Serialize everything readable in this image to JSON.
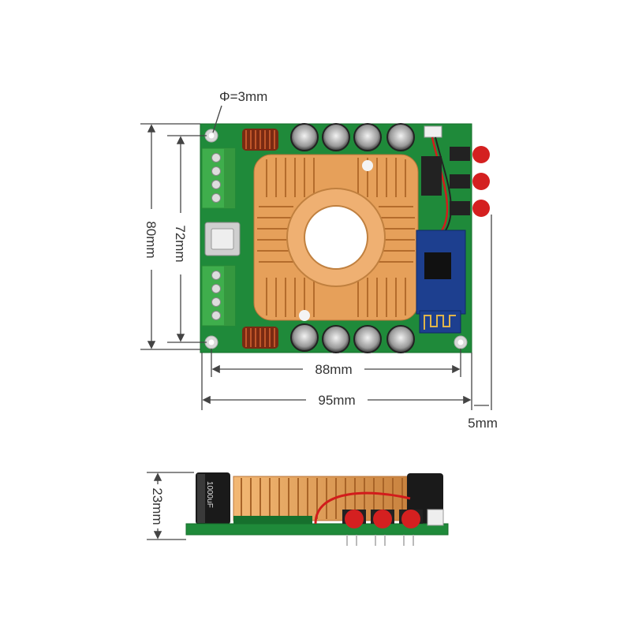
{
  "dimensions": {
    "hole_diameter": "Φ=3mm",
    "height_outer": "80mm",
    "height_inner": "72mm",
    "width_inner": "88mm",
    "width_outer": "95mm",
    "offset": "5mm",
    "side_height": "23mm"
  },
  "colors": {
    "pcb": "#1f8a3a",
    "pcb_dark": "#16702d",
    "heatsink": "#e6a05a",
    "heatsink_dark": "#c07a38",
    "terminal": "#3fae4c",
    "dim_line": "#444444",
    "button_red": "#d42020",
    "module_blue": "#1d3f8f"
  },
  "side_view": {
    "capacitor_label": "1000uF"
  }
}
